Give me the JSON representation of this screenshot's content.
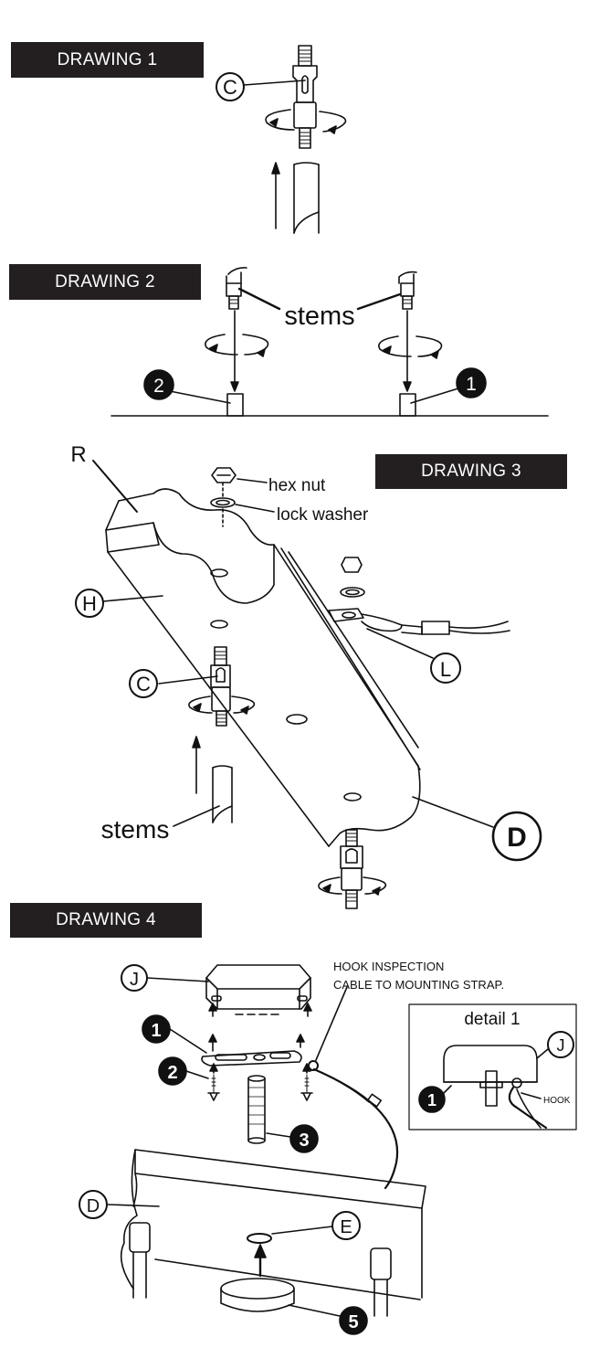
{
  "drawing1": {
    "title": "DRAWING 1",
    "label_c": "C"
  },
  "drawing2": {
    "title": "DRAWING 2",
    "label_stems": "stems",
    "badge_left": "2",
    "badge_right": "1"
  },
  "drawing3": {
    "title": "DRAWING 3",
    "label_r": "R",
    "label_hex_nut": "hex nut",
    "label_lock_washer": "lock washer",
    "label_h": "H",
    "label_c": "C",
    "label_l": "L",
    "label_stems": "stems",
    "label_d": "D"
  },
  "drawing4": {
    "title": "DRAWING 4",
    "label_j": "J",
    "note_line1": "HOOK INSPECTION",
    "note_line2": "CABLE TO MOUNTING STRAP.",
    "badge_1": "1",
    "badge_2": "2",
    "badge_3": "3",
    "badge_5": "5",
    "label_d": "D",
    "label_e": "E",
    "detail": {
      "title": "detail 1",
      "label_j": "J",
      "badge_1": "1",
      "hook": "HOOK"
    }
  }
}
